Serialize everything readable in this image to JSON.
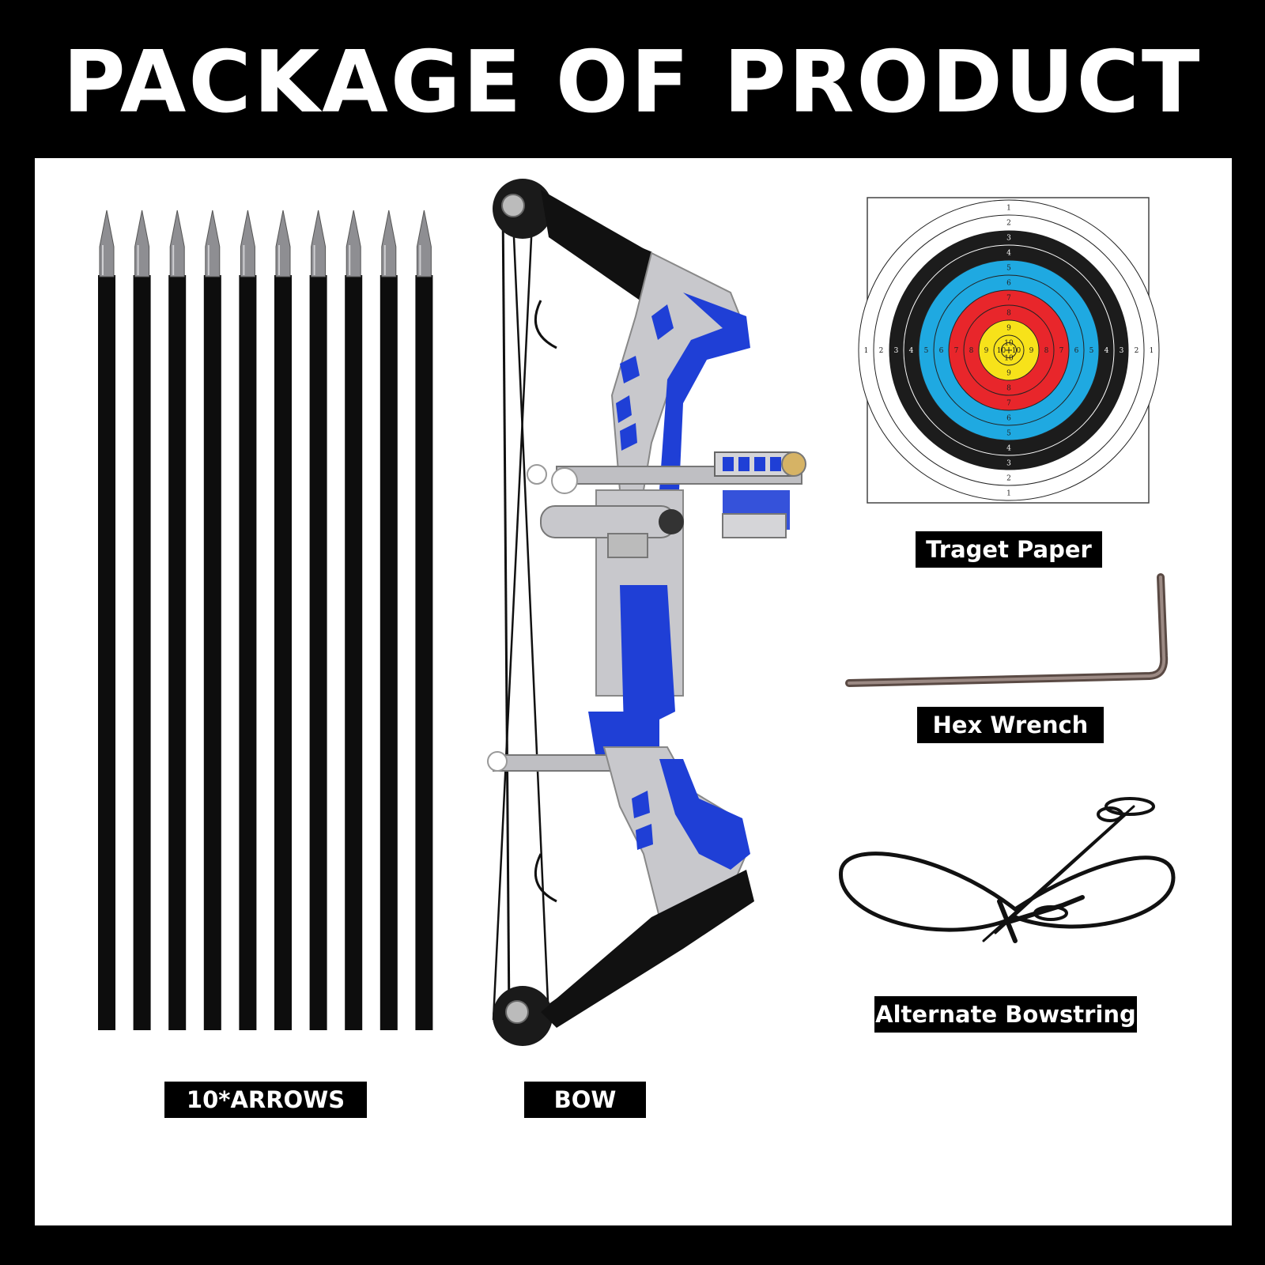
{
  "page": {
    "title": "PACKAGE OF PRODUCT"
  },
  "items": {
    "arrows": {
      "label": "10*ARROWS",
      "count": 10
    },
    "bow": {
      "label": "BOW"
    },
    "target": {
      "label": "Traget Paper",
      "ring_numbers": [
        "1",
        "2",
        "3",
        "4",
        "5",
        "6",
        "7",
        "8",
        "9",
        "10"
      ],
      "colors": {
        "white": "#ffffff",
        "black": "#1c1c1c",
        "blue": "#1fa9e1",
        "red": "#e8262b",
        "yellow": "#f7e21a"
      }
    },
    "hex_wrench": {
      "label": "Hex Wrench"
    },
    "bowstring": {
      "label": "Alternate Bowstring"
    }
  },
  "colors": {
    "background": "#000000",
    "panel": "#ffffff",
    "bow_accent": "#1f3fd6",
    "bow_metal": "#c8c8cc"
  }
}
